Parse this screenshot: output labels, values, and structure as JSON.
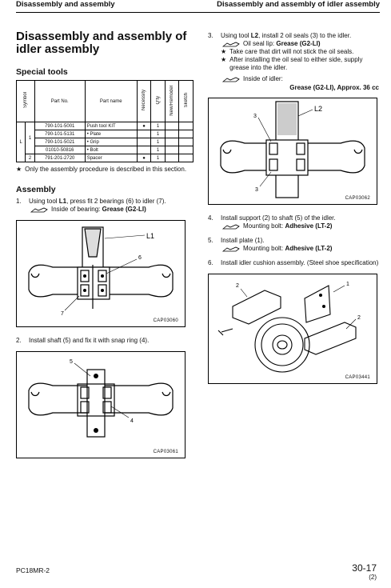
{
  "header": {
    "left": "Disassembly and assembly",
    "right": "Disassembly and assembly of idler assembly"
  },
  "title_line1": "Disassembly and assembly of",
  "title_line2": "idler assembly",
  "special_tools": {
    "heading": "Special tools",
    "columns": [
      "Symbol",
      "Part No.",
      "Part name",
      "Necessity",
      "Q'ty",
      "New/Remodel",
      "Sketch"
    ],
    "symbol": "L",
    "rows": [
      {
        "sub": "1",
        "part_no": "790-101-5001",
        "part_name": "Push tool KIT",
        "necessity": "●",
        "qty": "1"
      },
      {
        "sub": "",
        "part_no": "790-101-5131",
        "part_name": "• Plate",
        "necessity": "",
        "qty": "1"
      },
      {
        "sub": "",
        "part_no": "790-101-5021",
        "part_name": "• Grip",
        "necessity": "",
        "qty": "1"
      },
      {
        "sub": "",
        "part_no": "01010-50816",
        "part_name": "• Bolt",
        "necessity": "",
        "qty": "1"
      },
      {
        "sub": "2",
        "part_no": "791-201-2720",
        "part_name": "Spacer",
        "necessity": "●",
        "qty": "1"
      }
    ],
    "note": "Only the assembly procedure is described in this section."
  },
  "assembly": {
    "heading": "Assembly",
    "step1": {
      "num": "1.",
      "text_a": "Using tool ",
      "tool": "L1",
      "text_b": ", press fit 2 bearings (6) to idler (7).",
      "sub_label": "Inside of bearing: ",
      "sub_value": "Grease (G2-LI)",
      "fig_caption": "CAP03060",
      "labels": [
        "L1",
        "6",
        "7"
      ]
    },
    "step2": {
      "num": "2.",
      "text": "Install shaft (5) and fix it with snap ring (4).",
      "fig_caption": "CAP03061",
      "labels": [
        "5",
        "4"
      ]
    },
    "step3": {
      "num": "3.",
      "text_a": "Using tool ",
      "tool": "L2",
      "text_b": ", install 2 oil seals (3) to the idler.",
      "sub_label": "Oil seal lip: ",
      "sub_value": "Grease (G2-LI)",
      "star1": "Take care that dirt will not stick the oil seals.",
      "star2": "After installing the oil seal to either side, supply grease into the idler.",
      "sub2_label": "Inside of idler:",
      "sub2_value": "Grease (G2-LI), Approx. 36 cc",
      "fig_caption": "CAP03062",
      "labels": [
        "3",
        "L2",
        "3"
      ]
    },
    "step4": {
      "num": "4.",
      "text": "Install support (2) to shaft (5) of the idler.",
      "sub_label": "Mounting bolt: ",
      "sub_value": "Adhesive (LT-2)"
    },
    "step5": {
      "num": "5.",
      "text": "Install plate (1).",
      "sub_label": "Mounting bolt: ",
      "sub_value": "Adhesive (LT-2)"
    },
    "step6": {
      "num": "6.",
      "text": "Install idler cushion assembly. (Steel shoe specification)",
      "fig_caption": "CAP03441",
      "labels": [
        "2",
        "1",
        "2"
      ]
    }
  },
  "footer": {
    "model": "PC18MR-2",
    "page": "30-17",
    "rev": "(2)"
  },
  "icons": {
    "star": "star-icon",
    "grease": "grease-icon",
    "adhesive": "adhesive-icon"
  }
}
